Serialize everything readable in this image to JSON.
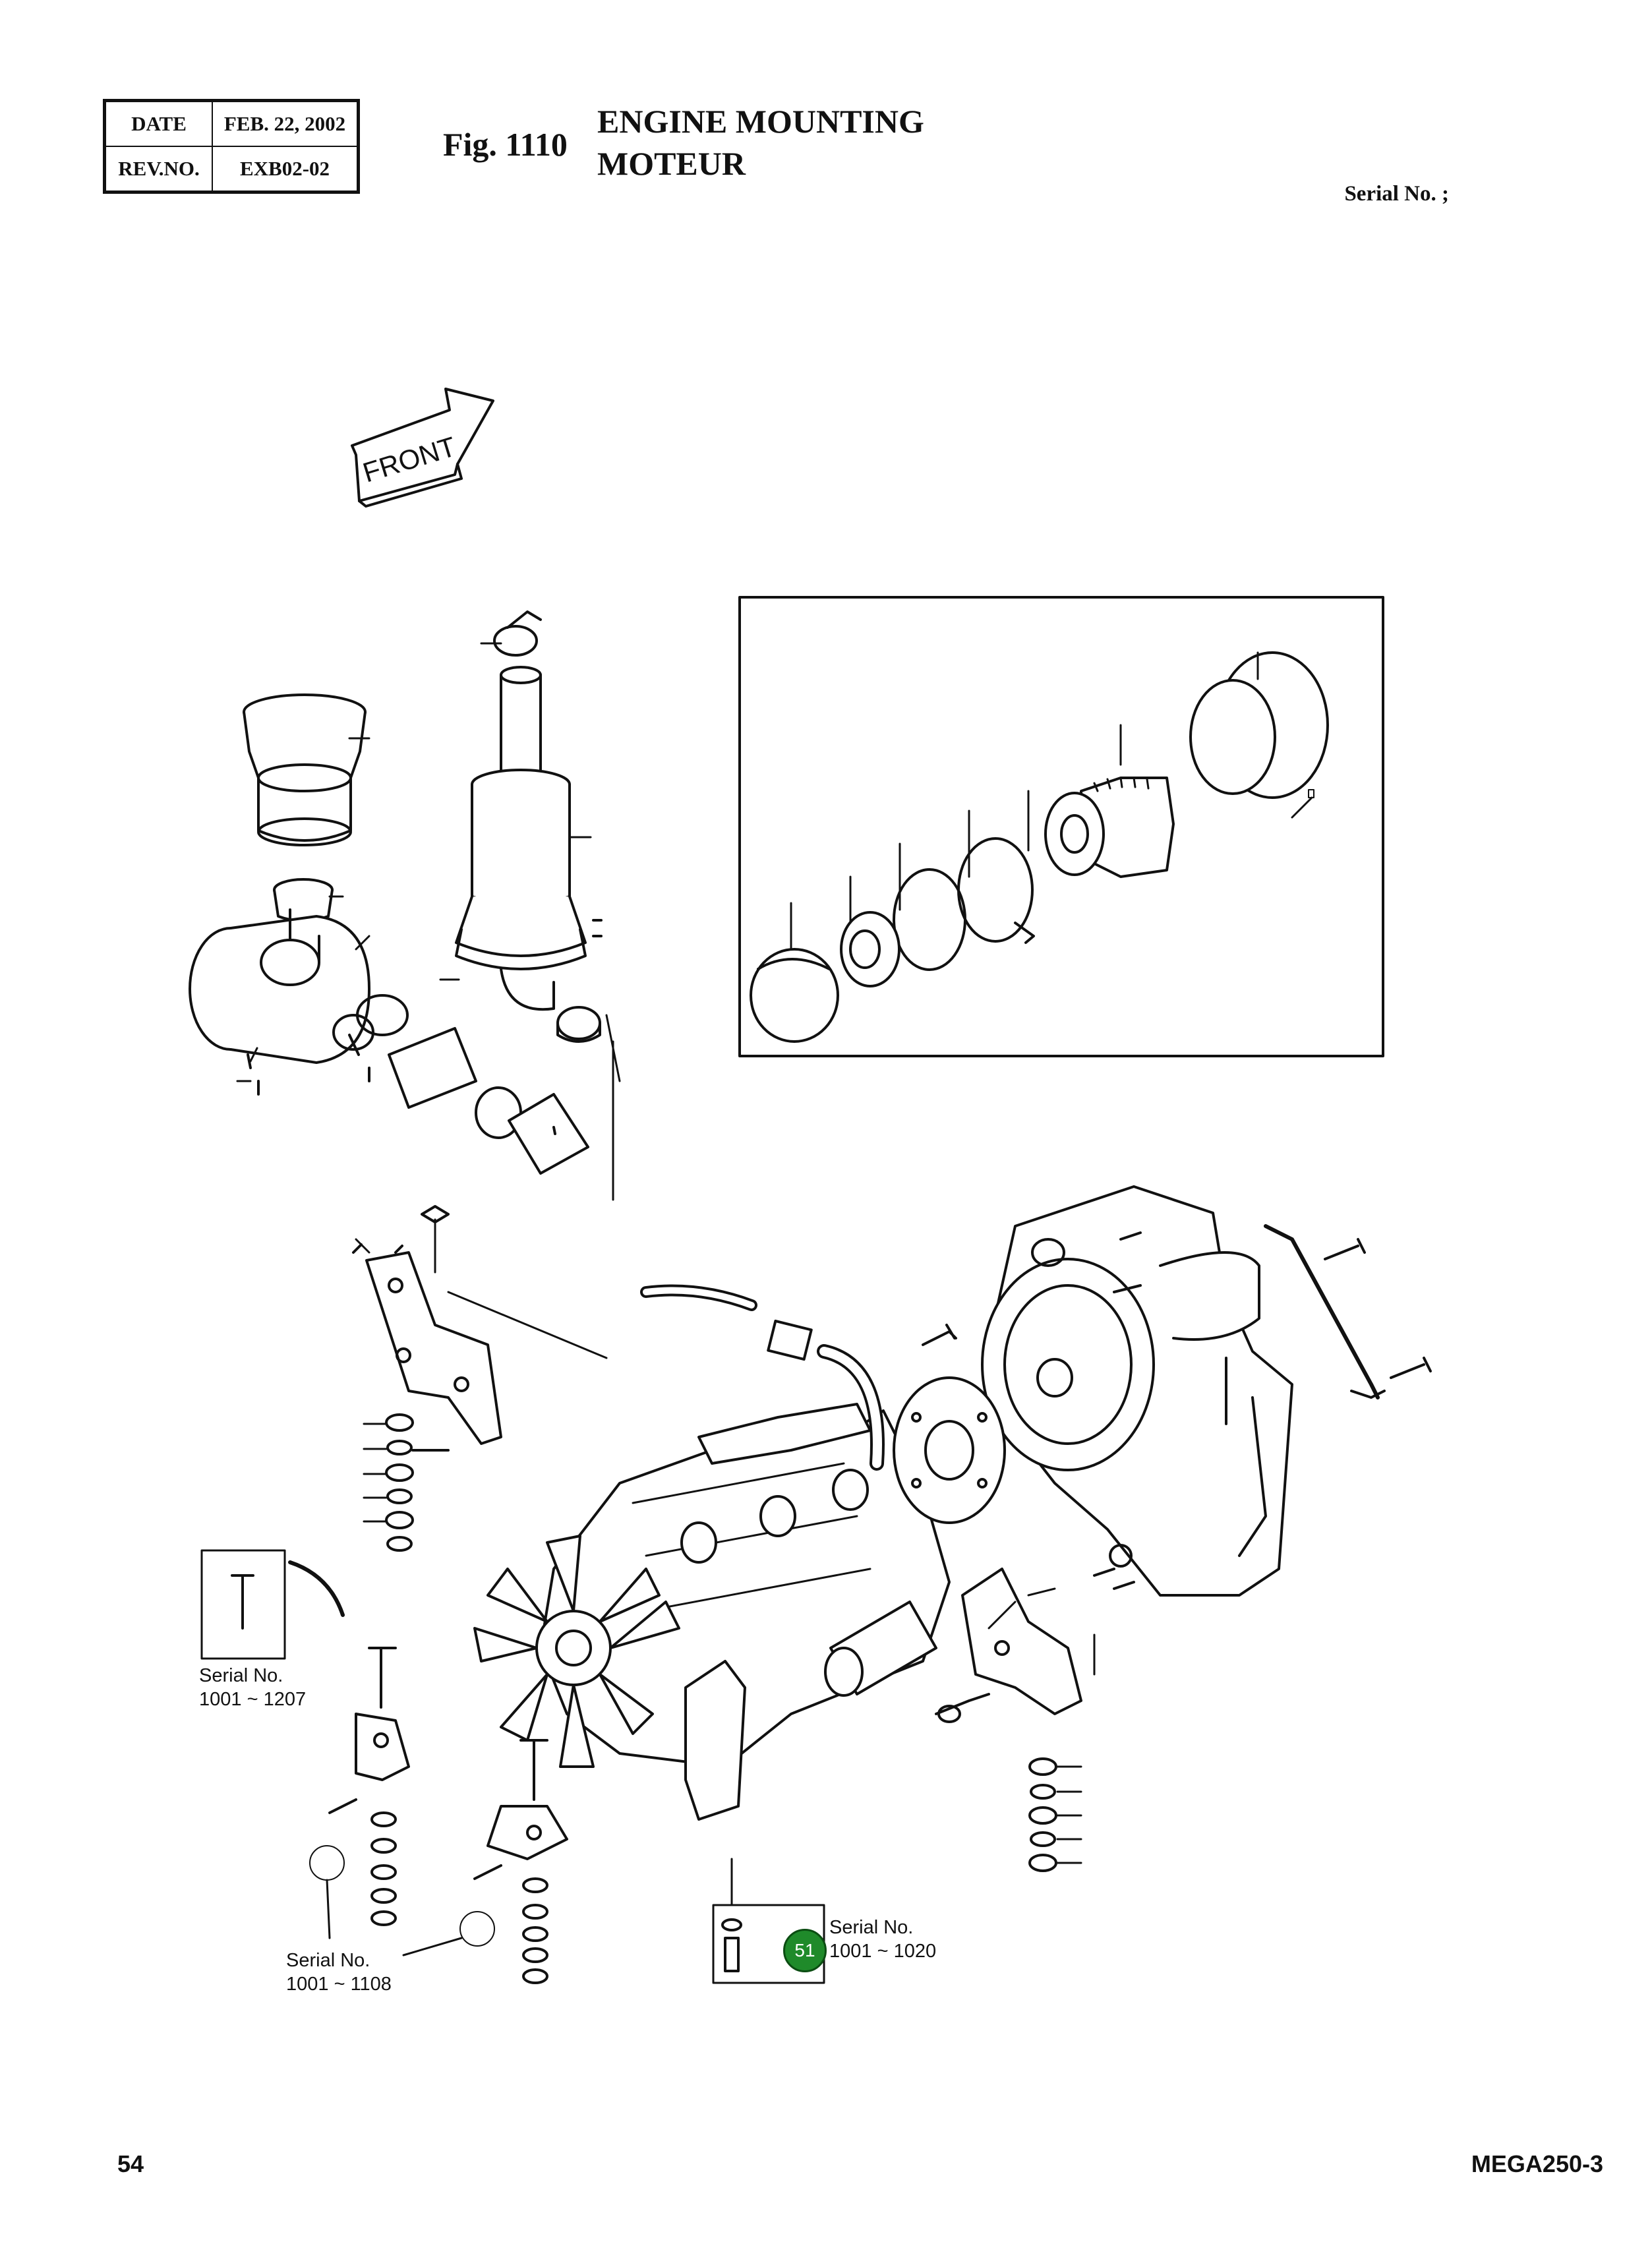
{
  "header": {
    "date_label": "DATE",
    "date_value": "FEB. 22, 2002",
    "rev_label": "REV.NO.",
    "rev_value": "EXB02-02",
    "figure_number": "Fig. 1110",
    "title_en": "ENGINE MOUNTING",
    "title_fr": "MOTEUR",
    "serial": "Serial No. ;"
  },
  "diagram": {
    "front_arrow_label": "FRONT",
    "serial_notes": [
      {
        "line1": "Serial No.",
        "line2": "1001 ~ 1207"
      },
      {
        "line1": "Serial No.",
        "line2": "1001 ~ 1108"
      },
      {
        "line1": "Serial No.",
        "line2": "1001 ~ 1020"
      }
    ],
    "callout_number": "51",
    "callout_color": "#1f8a2a"
  },
  "footer": {
    "page_number": "54",
    "model": "MEGA250-3"
  }
}
